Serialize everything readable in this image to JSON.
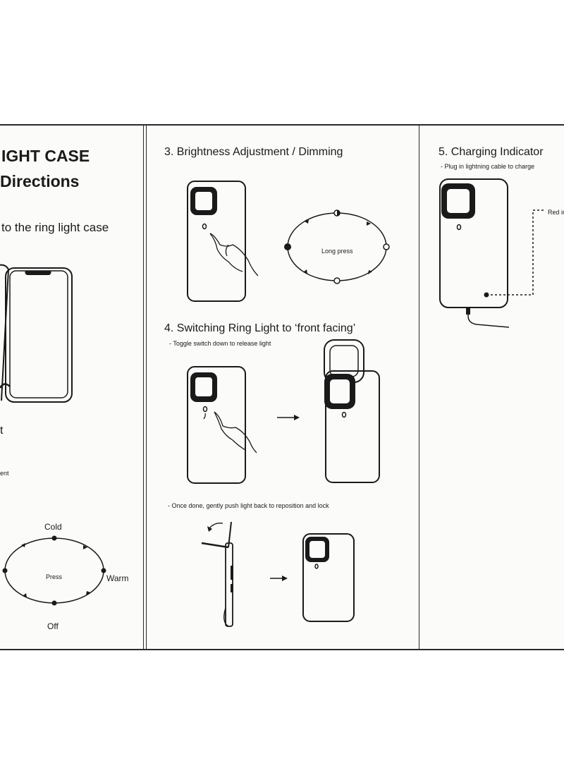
{
  "left_panel": {
    "title_line1": "IGHT CASE",
    "title_line2": "Directions",
    "intro_text": "to the ring light case",
    "partial_heading": "t",
    "partial_note": "ent",
    "color_dial": {
      "top_label": "Cold",
      "right_label": "Warm",
      "bottom_label": "Off",
      "center_label": "Press"
    }
  },
  "middle_panel": {
    "step3_title": "3. Brightness Adjustment / Dimming",
    "step3_center_label": "Long press",
    "step4_title": "4. Switching Ring Light to ‘front facing’",
    "step4_note": "-  Toggle switch down to release light",
    "step4_note2": "- Once done, gently push light back to reposition and lock"
  },
  "right_panel": {
    "step5_title": "5. Charging Indicator",
    "step5_note": "- Plug in lightning cable to charge",
    "indicator_label": "Red in"
  },
  "colors": {
    "line": "#1a1a1a",
    "background": "#fbfbf9"
  }
}
